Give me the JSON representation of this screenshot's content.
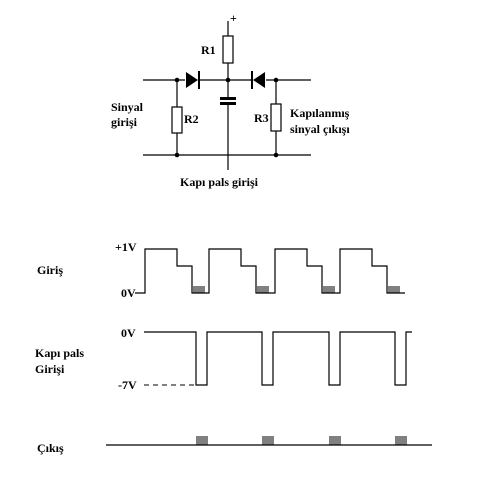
{
  "circuit": {
    "supply_symbol": "+",
    "r1_label": "R1",
    "r2_label": "R2",
    "r3_label": "R3",
    "signal_input_line1": "Sinyal",
    "signal_input_line2": "girişi",
    "gated_output_line1": "Kapılanmış",
    "gated_output_line2": "sinyal çıkışı",
    "gate_pulse_input": "Kapı pals girişi"
  },
  "waveforms": {
    "input": {
      "title": "Giriş",
      "top_level": "+1V",
      "zero_level": "0V"
    },
    "gate": {
      "title_line1": "Kapı pals",
      "title_line2": "Girişi",
      "zero_level": "0V",
      "low_level": "-7V"
    },
    "output": {
      "title": "Çıkış"
    }
  }
}
